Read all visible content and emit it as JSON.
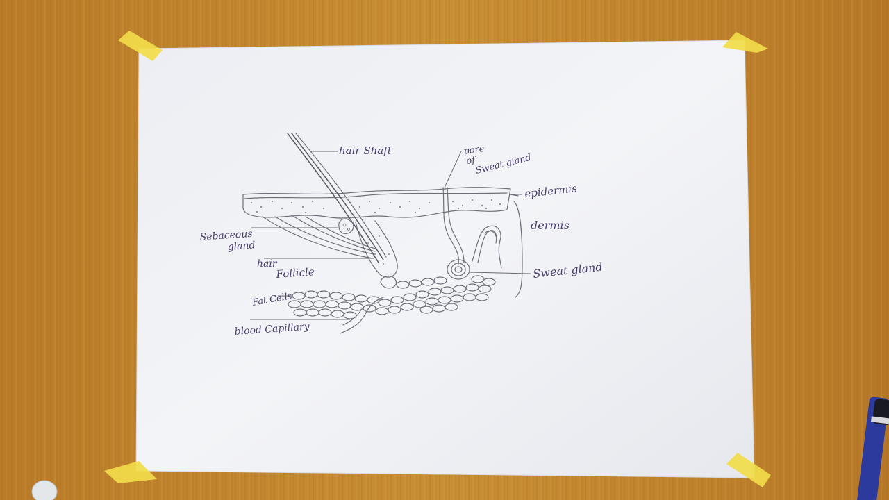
{
  "diagram": {
    "labels": {
      "hair_shaft": "hair Shaft",
      "pore_line1": "pore",
      "pore_line2": "of",
      "pore_line3": "Sweat gland",
      "epidermis": "epidermis",
      "dermis": "dermis",
      "sebaceous_line1": "Sebaceous",
      "sebaceous_line2": "gland",
      "hair_follicle_line1": "hair",
      "hair_follicle_line2": "Follicle",
      "sweat_gland": "Sweat gland",
      "fat_cells": "Fat Cells",
      "blood_capillary": "blood Capillary"
    }
  },
  "colors": {
    "desk": "#c4892f",
    "paper": "#f0f1f5",
    "tape": "#f2dc4a",
    "ink": "#4a3f6b",
    "pencil": "#6e6e78"
  }
}
